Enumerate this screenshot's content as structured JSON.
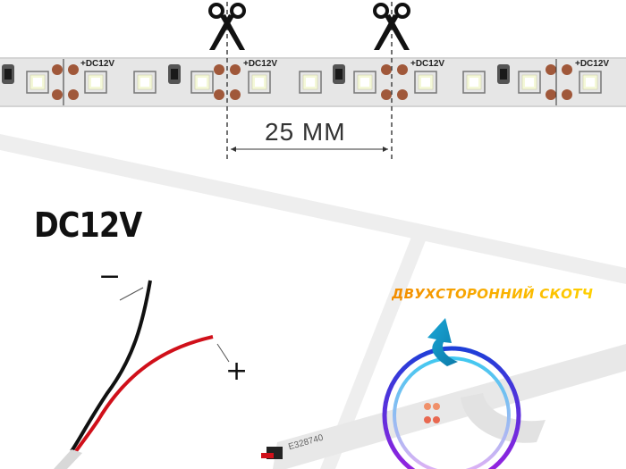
{
  "strip": {
    "segments": [
      {
        "label": "+DC12V"
      },
      {
        "label": "+DC12V"
      },
      {
        "label": "+DC12V"
      },
      {
        "label": "+DC12V"
      }
    ],
    "cut_marks": 2,
    "cut_icon": "scissors-icon"
  },
  "dimension": {
    "label": "25 MM"
  },
  "power": {
    "voltage_label": "DC12V",
    "negative_label": "−",
    "positive_label": "+"
  },
  "adhesive": {
    "label": "ДВУХСТОРОННИЙ СКОТЧ",
    "ul_mark": "E328740"
  },
  "colors": {
    "pcb": "#e6e6e6",
    "pad": "#a0583a",
    "wire_negative": "#111111",
    "wire_positive": "#d0101a",
    "tape_label_start": "#f28c00",
    "tape_label_end": "#ffd000",
    "ring_outer_top": "#1e3fd8",
    "ring_outer_bottom": "#a020e0",
    "ring_inner_top": "#40c8f0",
    "ring_inner_bottom": "#d0a0f0",
    "arrow": "#1a9cc8"
  }
}
